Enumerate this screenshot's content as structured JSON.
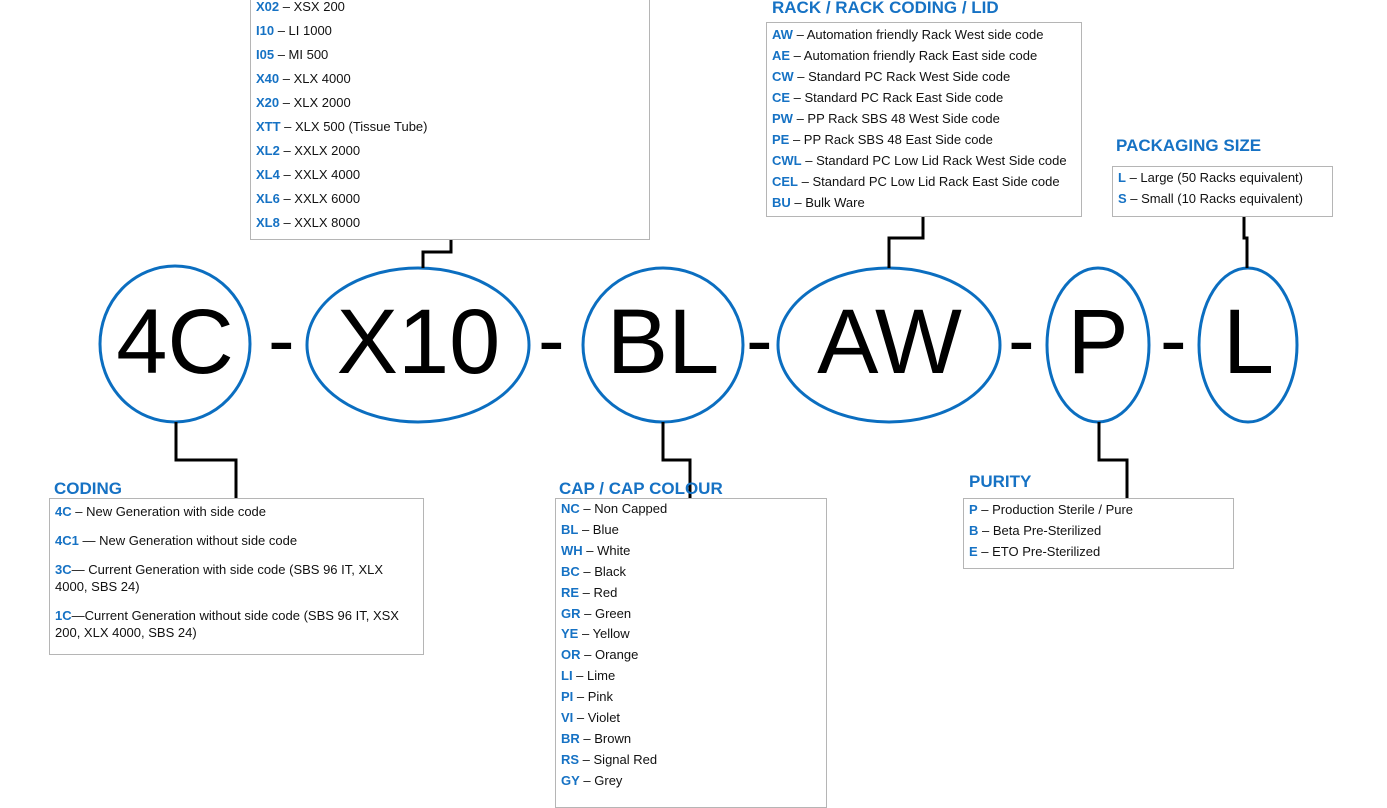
{
  "segments": [
    "4C",
    "X10",
    "BL",
    "AW",
    "P",
    "L"
  ],
  "separator": "-",
  "colors": {
    "accent": "#1672c4",
    "line": "#000000"
  },
  "tube": {
    "items": [
      {
        "k": "X02",
        "v": " – XSX 200"
      },
      {
        "k": "I10",
        "v": " – LI 1000"
      },
      {
        "k": "I05",
        "v": " – MI 500"
      },
      {
        "k": "X40",
        "v": " – XLX 4000"
      },
      {
        "k": "X20",
        "v": " – XLX 2000"
      },
      {
        "k": "XTT",
        "v": " – XLX 500 (Tissue Tube)"
      },
      {
        "k": "XL2",
        "v": " – XXLX 2000"
      },
      {
        "k": "XL4",
        "v": " – XXLX 4000"
      },
      {
        "k": "XL6",
        "v": " – XXLX 6000"
      },
      {
        "k": "XL8",
        "v": " – XXLX 8000"
      }
    ]
  },
  "rack": {
    "title": "RACK / RACK CODING / LID",
    "items": [
      {
        "k": "AW",
        "v": " – Automation friendly Rack West side code"
      },
      {
        "k": "AE",
        "v": " – Automation friendly Rack East side code"
      },
      {
        "k": "CW",
        "v": " – Standard PC Rack West Side code"
      },
      {
        "k": "CE",
        "v": " – Standard PC Rack East Side code"
      },
      {
        "k": "PW",
        "v": " – PP Rack SBS 48 West Side code"
      },
      {
        "k": "PE",
        "v": " – PP Rack SBS 48 East Side code"
      },
      {
        "k": "CWL",
        "v": " – Standard PC Low Lid Rack West Side code"
      },
      {
        "k": "CEL",
        "v": " – Standard PC Low Lid Rack East Side code"
      },
      {
        "k": "BU",
        "v": " – Bulk Ware"
      }
    ]
  },
  "packaging": {
    "title": "PACKAGING SIZE",
    "items": [
      {
        "k": "L",
        "v": " – Large (50 Racks equivalent)"
      },
      {
        "k": "S",
        "v": " – Small (10 Racks equivalent)"
      }
    ]
  },
  "coding": {
    "title": "CODING",
    "items": [
      {
        "k": "4C",
        "v": " – New Generation with side code"
      },
      {
        "k": "4C1",
        "v": " — New Generation without side code"
      },
      {
        "k": "3C",
        "v": "— Current Generation with side code (SBS 96 IT, XLX 4000, SBS 24)"
      },
      {
        "k": "1C",
        "v": "—Current Generation without side code (SBS 96 IT, XSX 200, XLX 4000, SBS 24)"
      }
    ]
  },
  "cap": {
    "title": "CAP / CAP COLOUR",
    "items": [
      {
        "k": "NC",
        "v": " – Non Capped"
      },
      {
        "k": "BL",
        "v": " – Blue"
      },
      {
        "k": "WH",
        "v": " – White"
      },
      {
        "k": "BC",
        "v": " – Black"
      },
      {
        "k": "RE",
        "v": " – Red"
      },
      {
        "k": "GR",
        "v": " – Green"
      },
      {
        "k": "YE",
        "v": " – Yellow"
      },
      {
        "k": "OR",
        "v": " – Orange"
      },
      {
        "k": "LI",
        "v": " – Lime"
      },
      {
        "k": "PI",
        "v": " – Pink"
      },
      {
        "k": "VI",
        "v": " – Violet"
      },
      {
        "k": "BR",
        "v": " – Brown"
      },
      {
        "k": "RS",
        "v": " – Signal Red"
      },
      {
        "k": "GY",
        "v": " – Grey"
      }
    ]
  },
  "purity": {
    "title": "PURITY",
    "items": [
      {
        "k": "P",
        "v": " – Production Sterile / Pure"
      },
      {
        "k": "B",
        "v": " – Beta Pre-Sterilized"
      },
      {
        "k": "E",
        "v": " – ETO Pre-Sterilized"
      }
    ]
  }
}
